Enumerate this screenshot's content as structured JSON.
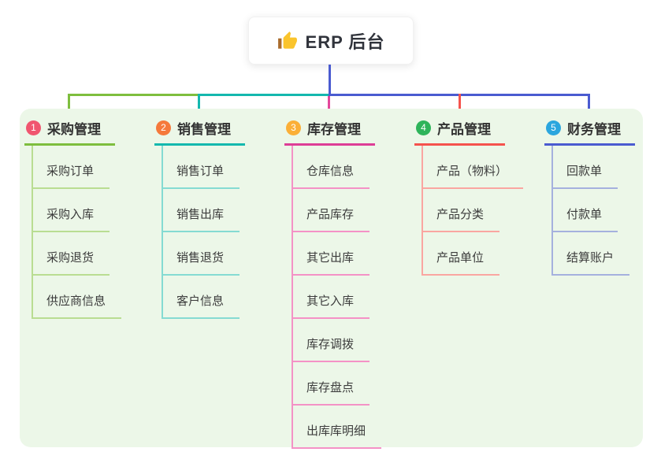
{
  "root": {
    "label": "ERP 后台",
    "icon": "thumbs-up"
  },
  "panel_color": "#ecf7e8",
  "branches": [
    {
      "index": "1",
      "label": "采购管理",
      "badge_color": "#f0566f",
      "line_color": "#7ebe3e",
      "light_line_color": "#b9dd92",
      "children": [
        "采购订单",
        "采购入库",
        "采购退货",
        "供应商信息"
      ]
    },
    {
      "index": "2",
      "label": "销售管理",
      "badge_color": "#f5793b",
      "line_color": "#14b8ae",
      "light_line_color": "#85dbd2",
      "children": [
        "销售订单",
        "销售出库",
        "销售退货",
        "客户信息"
      ]
    },
    {
      "index": "3",
      "label": "库存管理",
      "badge_color": "#fbaf37",
      "line_color": "#dd3d96",
      "light_line_color": "#f492c6",
      "children": [
        "仓库信息",
        "产品库存",
        "其它出库",
        "其它入库",
        "库存调拨",
        "库存盘点",
        "出库库明细"
      ]
    },
    {
      "index": "4",
      "label": "产品管理",
      "badge_color": "#2eb45a",
      "line_color": "#f5534d",
      "light_line_color": "#faa6a1",
      "children": [
        "产品（物料）",
        "产品分类",
        "产品单位"
      ]
    },
    {
      "index": "5",
      "label": "财务管理",
      "badge_color": "#2ba6de",
      "line_color": "#4a5bd0",
      "light_line_color": "#a5b1de",
      "children": [
        "回款单",
        "付款单",
        "结算账户"
      ]
    }
  ]
}
